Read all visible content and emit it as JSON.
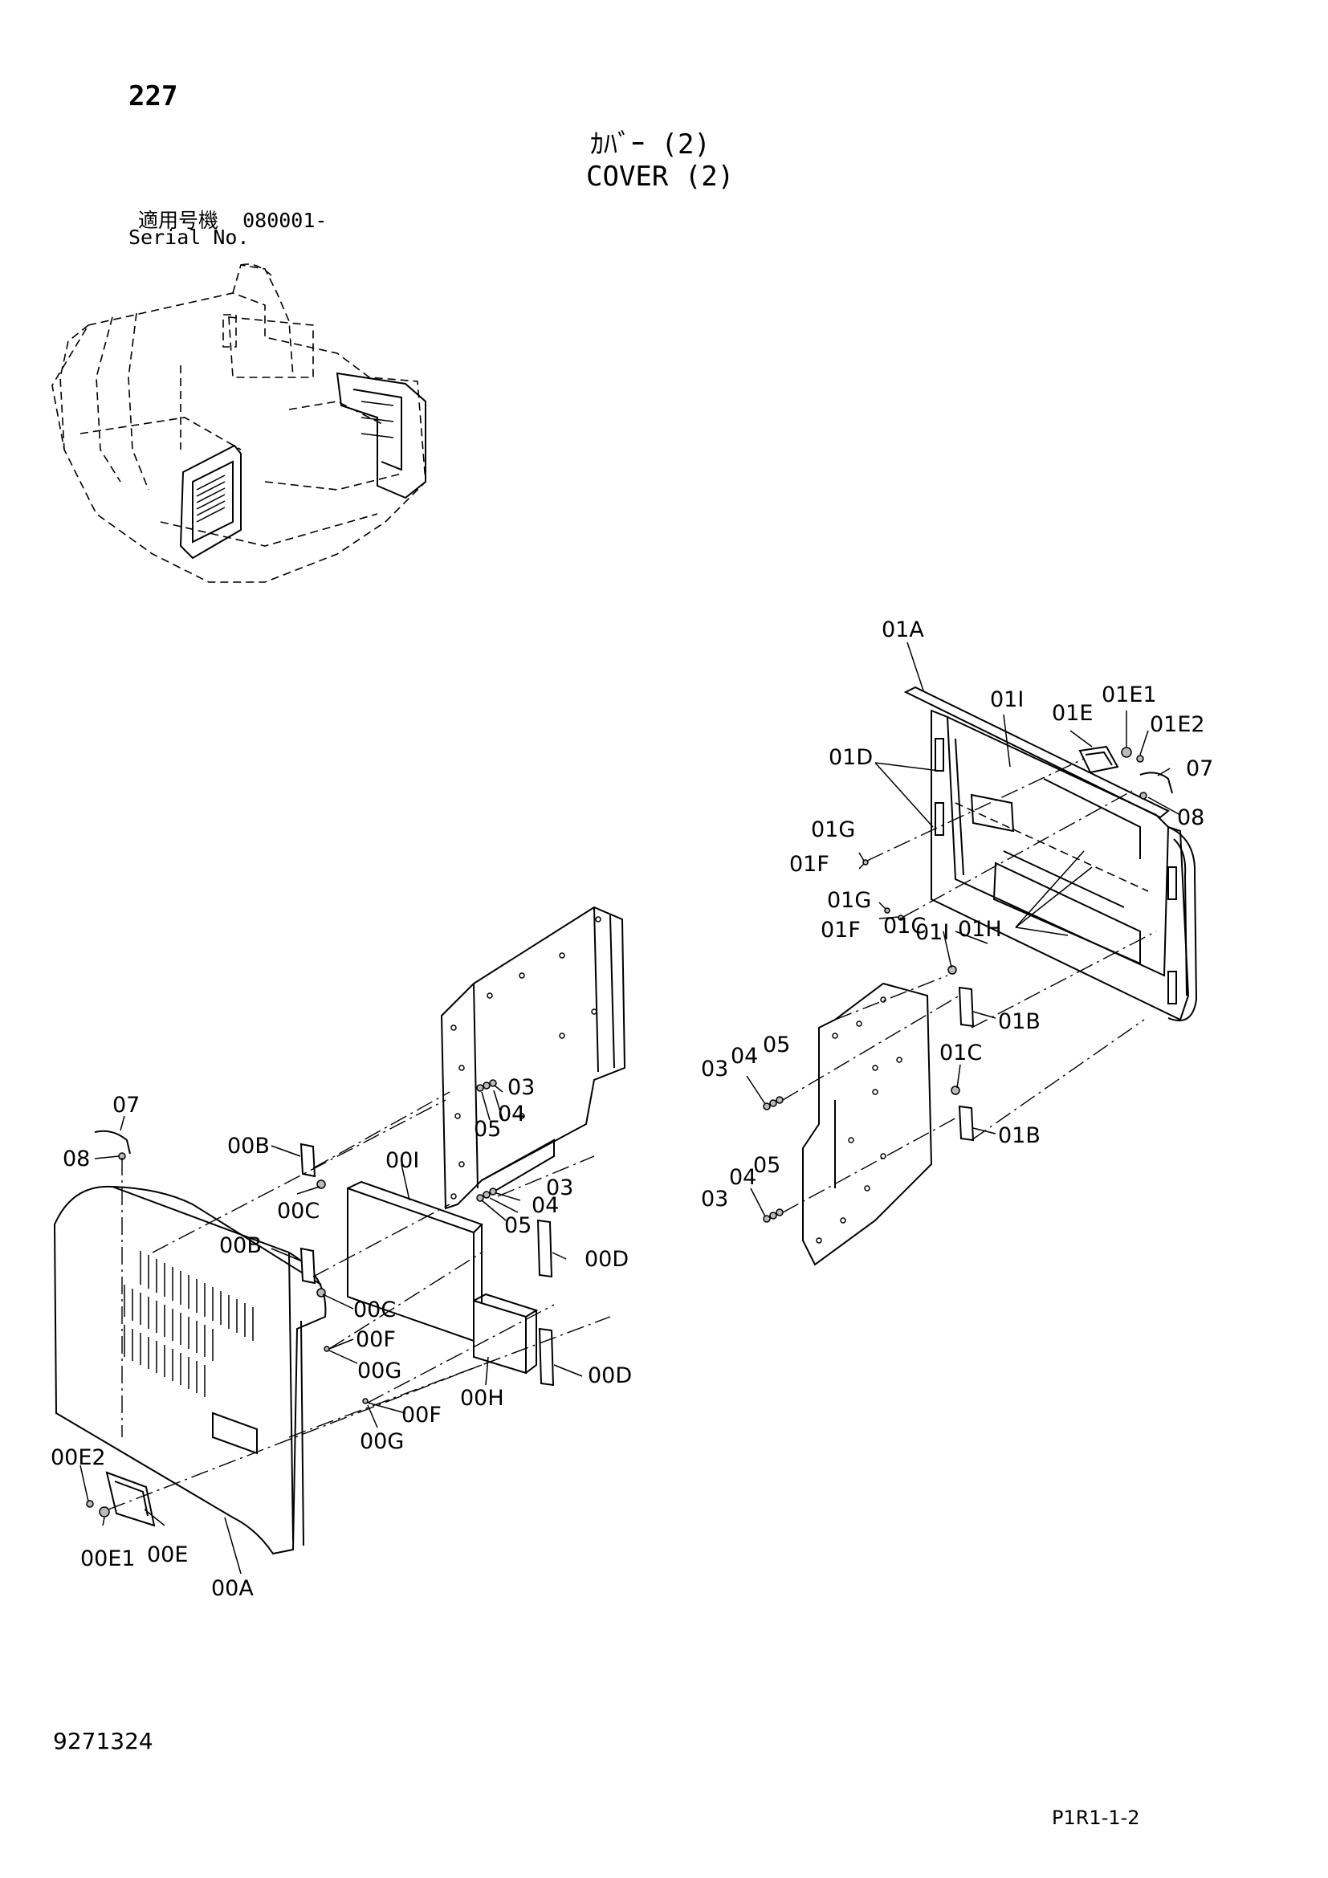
{
  "page_number": "227",
  "title_jp": "ｶﾊﾞｰ (2)",
  "title_en": "COVER (2)",
  "serial_label_jp": "適用号機  080001-",
  "serial_label_en": "Serial No.",
  "doc_number": "9271324",
  "page_code": "P1R1-1-2",
  "callouts": {
    "c01A": "01A",
    "c01I_top": "01I",
    "c01E": "01E",
    "c01E1": "01E1",
    "c01E2": "01E2",
    "c01D": "01D",
    "c07_right": "07",
    "c08_right": "08",
    "c01G_a": "01G",
    "c01F_a": "01F",
    "c01G_b": "01G",
    "c01F_b": "01F",
    "c01I_low": "01I",
    "c01H": "01H",
    "c01C_a": "01C",
    "c01B_a": "01B",
    "c01C_b": "01C",
    "c01B_b": "01B",
    "r03_a": "03",
    "r04_a": "04",
    "r05_a": "05",
    "r03_b": "03",
    "r04_b": "04",
    "r05_b": "05",
    "c07_left": "07",
    "c08_left": "08",
    "c00B_a": "00B",
    "c00C_a": "00C",
    "c00B_b": "00B",
    "c00C_b": "00C",
    "c00I": "00I",
    "m03_a": "03",
    "m04_a": "04",
    "m05_a": "05",
    "m03_b": "03",
    "m04_b": "04",
    "m05_b": "05",
    "c00D_a": "00D",
    "c00D_b": "00D",
    "c00F_a": "00F",
    "c00G_a": "00G",
    "c00F_b": "00F",
    "c00G_b": "00G",
    "c00H": "00H",
    "c00E2": "00E2",
    "c00E1": "00E1",
    "c00E": "00E",
    "c00A": "00A"
  }
}
